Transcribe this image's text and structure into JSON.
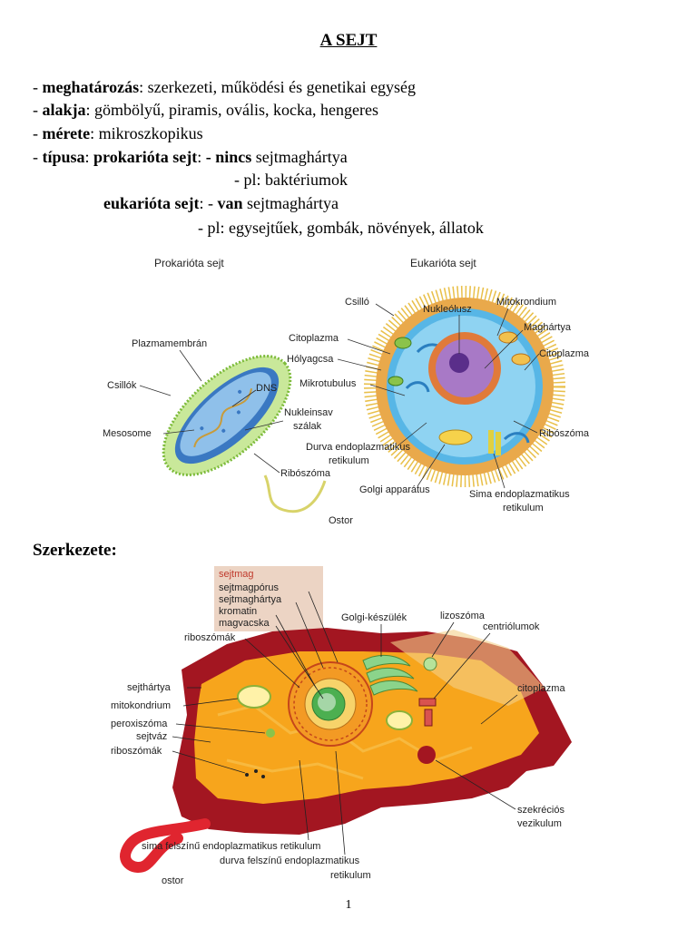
{
  "title": "A SEJT",
  "definitions": {
    "def1": {
      "dash": "- ",
      "term": "meghatározás",
      "rest": ": szerkezeti, működési és genetikai egység"
    },
    "def2": {
      "dash": "- ",
      "term": "alakja",
      "rest": ": gömbölyű, piramis, ovális, kocka, hengeres"
    },
    "def3": {
      "dash": "- ",
      "term": "mérete",
      "rest": ": mikroszkopikus"
    },
    "def4": {
      "dash": "- ",
      "term": "típusa",
      "sep": ": ",
      "term2": "prokarióta sejt",
      "sep2": ": ",
      "nincs": "- nincs",
      "rest": " sejtmaghártya"
    },
    "def5": {
      "text": "- pl: baktériumok"
    },
    "def6": {
      "term": "eukarióta sejt",
      "sep": ": - ",
      "van": "van",
      "rest": " sejtmaghártya"
    },
    "def7": {
      "text": "-   pl: egysejtűek, gombák, növények, állatok"
    }
  },
  "figure1": {
    "prokaryote_title": "Prokarióta sejt",
    "eukaryote_title": "Eukarióta sejt",
    "pro_labels": {
      "plazmamembran": "Plazmamembrán",
      "csillok": "Csillók",
      "dns": "DNS",
      "mesosome": "Mesosome",
      "nukleinsav": "Nukleinsav",
      "szalak": "szálak",
      "riboszoma": "Ribószóma",
      "ostor": "Ostor"
    },
    "euk_labels": {
      "csillo": "Csilló",
      "nukleolusz": "Nukleólusz",
      "mitokondrium": "Mitokrondium",
      "maghartya": "Maghártya",
      "citoplazma_l": "Citoplazma",
      "citoplazma_r": "Citoplazma",
      "holyagcsa": "Hólyagcsa",
      "mikrotubulus": "Mikrotubulus",
      "riboszoma": "Ribószóma",
      "durva1": "Durva endoplazmatikus",
      "durva2": "retikulum",
      "golgi": "Golgi apparátus",
      "sima1": "Sima endoplazmatikus",
      "sima2": "retikulum"
    }
  },
  "section_heading": "Szerkezete:",
  "figure2": {
    "nucleus_box": [
      "sejtmag",
      "sejtmagpórus",
      "sejtmaghártya",
      "kromatin",
      "magvacska"
    ],
    "labels": {
      "golgi": "Golgi-készülék",
      "lizoszoma": "lizoszóma",
      "centriolumok": "centriólumok",
      "riboszomak_top": "riboszómák",
      "sejthartya": "sejthártya",
      "mitokondrium": "mitokondrium",
      "peroxiszoma": "peroxiszóma",
      "sejtvaz": "sejtváz",
      "riboszomak": "riboszómák",
      "citoplazma": "citoplazma",
      "szekrecios1": "szekréciós",
      "szekrecios2": "vezikulum",
      "sima_er": "sima felszínű endoplazmatikus retikulum",
      "durva_er1": "durva felszínű endoplazmatikus",
      "durva_er2": "retikulum",
      "ostor": "ostor"
    }
  },
  "page_number": "1",
  "colors": {
    "nucleus_box_bg": "#ecd4c4",
    "nucleus_box_title": "#c0392b",
    "cell_red": "#a31621",
    "cytoplasm": "#f7a51c",
    "euk_ring": "#e9a94b"
  }
}
